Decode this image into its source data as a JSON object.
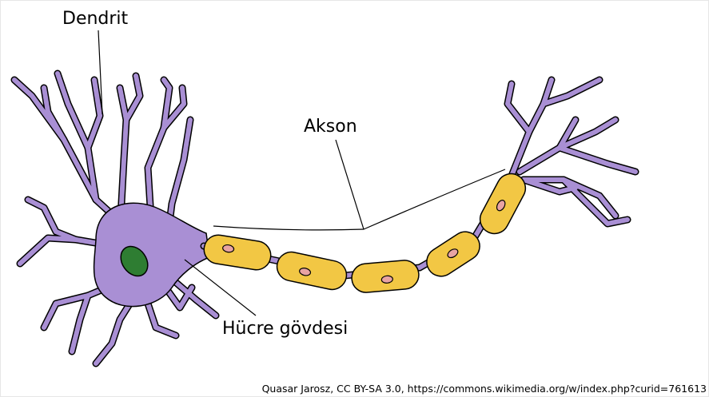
{
  "labels": {
    "dendrite": "Dendrit",
    "axon": "Akson",
    "cell_body": "Hücre gövdesi"
  },
  "credit": "Quasar Jarosz, CC BY-SA 3.0, https://commons.wikimedia.org/w/index.php?curid=761613",
  "colors": {
    "neuron": "#a98fd4",
    "myelin": "#f2c744",
    "node": "#e8a3a3",
    "nucleus": "#2e7d32",
    "outline": "#000000"
  }
}
